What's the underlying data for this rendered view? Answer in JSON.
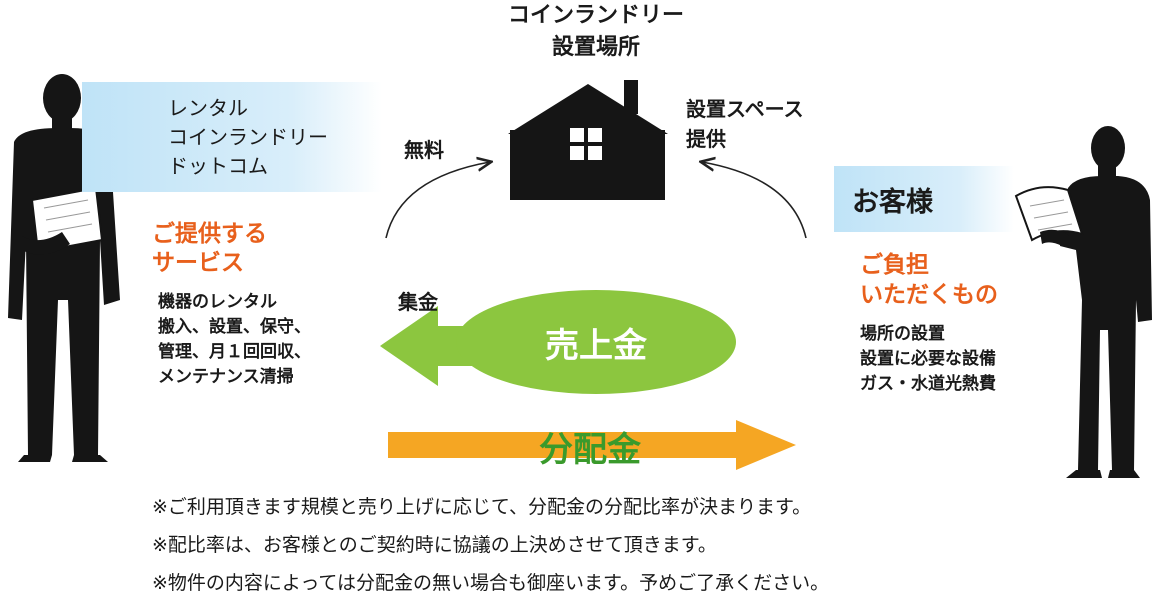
{
  "location": {
    "line1": "コインランドリー",
    "line2": "設置場所"
  },
  "left_party": {
    "name_lines": [
      "レンタル",
      "コインランドリー",
      "ドットコム"
    ],
    "heading_lines": [
      "ご提供する",
      "サービス"
    ],
    "items": [
      "機器のレンタル",
      "搬入、設置、保守、",
      "管理、月１回回収、",
      "メンテナンス清掃"
    ]
  },
  "right_party": {
    "name": "お客様",
    "heading_lines": [
      "ご負担",
      "いただくもの"
    ],
    "items": [
      "場所の設置",
      "設置に必要な設備",
      "ガス・水道光熱費"
    ]
  },
  "flows": {
    "free": "無料",
    "space_lines": [
      "設置スペース",
      "提供"
    ],
    "collection": "集金",
    "sales": "売上金",
    "distribution": "分配金"
  },
  "notes": [
    "※ご利用頂きます規模と売り上げに応じて、分配金の分配比率が決まります。",
    "※配比率は、お客様とのご契約時に協議の上決めさせて頂きます。",
    "※物件の内容によっては分配金の無い場合も御座います。予めご了承ください。"
  ],
  "colors": {
    "green": "#8cc63f",
    "orange_arrow": "#f5a623",
    "accent_text": "#e8601c",
    "blue_box": "#bfe3f7"
  }
}
